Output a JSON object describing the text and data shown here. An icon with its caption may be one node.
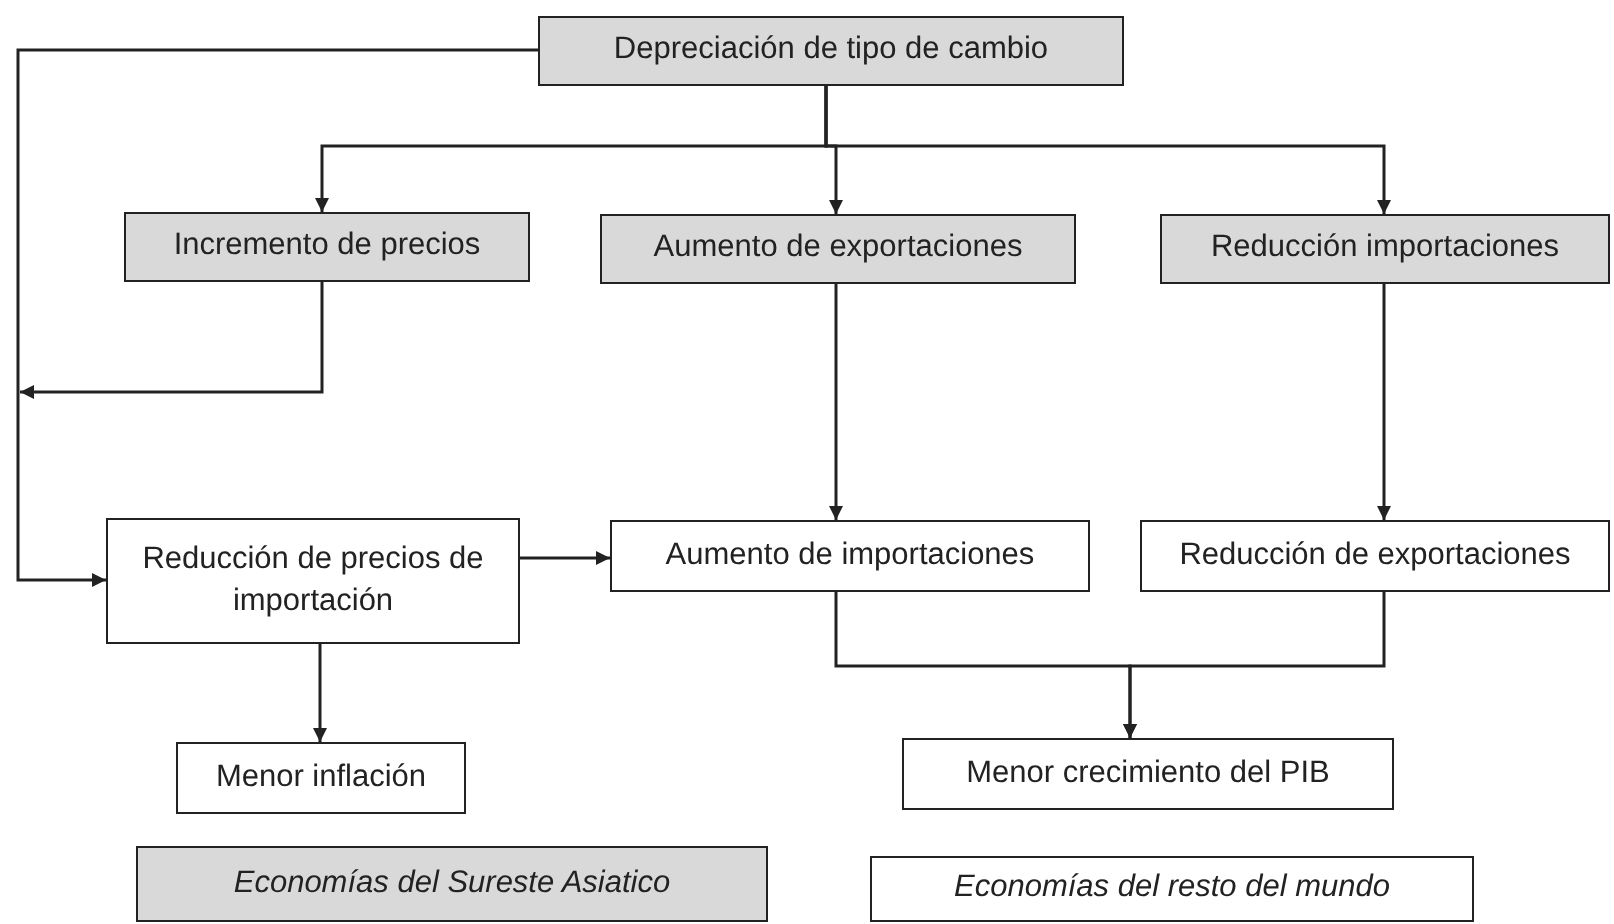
{
  "diagram": {
    "nodes": [
      {
        "text": [
          "Depreciación de tipo de cambio"
        ]
      },
      {
        "text": [
          "Incremento de precios"
        ]
      },
      {
        "text": [
          "Aumento de exportaciones"
        ]
      },
      {
        "text": [
          "Reducción importaciones"
        ]
      },
      {
        "text": [
          "Reducción de precios de importación"
        ]
      },
      {
        "text": [
          "Aumento de importaciones"
        ]
      },
      {
        "text": [
          "Reducción de exportaciones"
        ]
      },
      {
        "text": [
          "Menor inflación"
        ]
      },
      {
        "text": [
          "Menor crecimiento del PIB"
        ]
      },
      {
        "text": [
          "Economías del Sureste Asiatico"
        ]
      },
      {
        "text": [
          "Economías del resto del mundo"
        ]
      }
    ],
    "edges": [
      {
        "from": 0,
        "to": 4,
        "arrow": "to"
      },
      {
        "from": 0,
        "to": 1,
        "arrow": "to"
      },
      {
        "from": 0,
        "to": 2,
        "arrow": "to"
      },
      {
        "from": 0,
        "to": 3,
        "arrow": "to"
      },
      {
        "from": 1,
        "to": null,
        "arrow": "to"
      },
      {
        "from": 2,
        "to": 5,
        "arrow": "to"
      },
      {
        "from": 3,
        "to": 6,
        "arrow": "to"
      },
      {
        "from": 4,
        "to": 5,
        "arrow": "to"
      },
      {
        "from": 4,
        "to": 7,
        "arrow": "to"
      },
      {
        "from": 5,
        "to": 8,
        "arrow": "to"
      },
      {
        "from": 6,
        "to": 8,
        "arrow": "to"
      }
    ]
  }
}
